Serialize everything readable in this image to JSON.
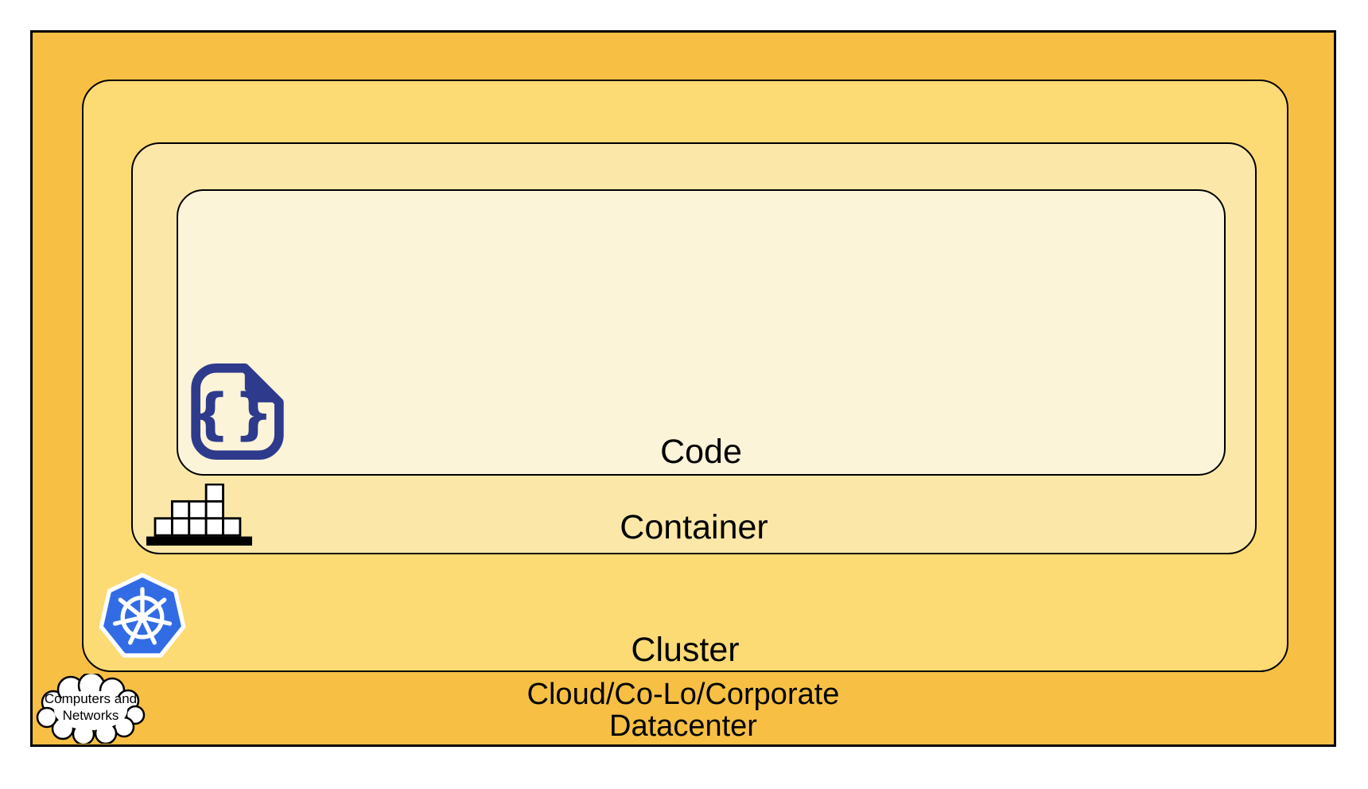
{
  "diagram": {
    "type": "nested-layers",
    "layers": {
      "code": {
        "label": "Code",
        "fill": "#FCF4D9",
        "icon": "code-file-icon"
      },
      "container": {
        "label": "Container",
        "fill": "#FBE8A8",
        "icon": "container-blocks-icon"
      },
      "cluster": {
        "label": "Cluster",
        "fill": "#FCDA74",
        "icon": "kubernetes-icon"
      },
      "datacenter": {
        "label": "Cloud/Co-Lo/Corporate\nDatacenter",
        "fill": "#F7C044",
        "icon": "cloud-icon"
      }
    },
    "cloud_callout": {
      "label": "Computers and\nNetworks"
    },
    "colors": {
      "outline": "#000000",
      "code_icon_navy": "#2E3A8C",
      "kubernetes_blue": "#326CE5",
      "icon_white": "#FFFFFF"
    }
  }
}
